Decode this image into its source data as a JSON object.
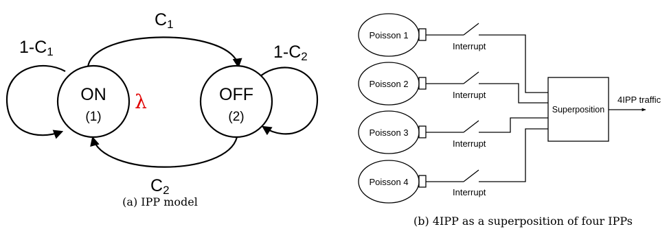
{
  "ipp_model": {
    "caption": "(a) IPP model",
    "rate_symbol": "λ",
    "rate_color": "#e00000",
    "states": [
      {
        "name": "ON",
        "index": "(1)"
      },
      {
        "name": "OFF",
        "index": "(2)"
      }
    ],
    "transitions": {
      "on_to_off": {
        "base": "C",
        "sub": "1"
      },
      "off_to_on": {
        "base": "C",
        "sub": "2"
      },
      "on_self": {
        "base": "1-C",
        "sub": "1"
      },
      "off_self": {
        "base": "1-C",
        "sub": "2"
      }
    }
  },
  "superposition": {
    "caption": "(b) 4IPP as a superposition of four IPPs",
    "sources": [
      "Poisson 1",
      "Poisson 2",
      "Poisson 3",
      "Poisson 4"
    ],
    "switch_label": "Interrupt",
    "combiner_label": "Superposition",
    "output_label": "4IPP traffic"
  }
}
